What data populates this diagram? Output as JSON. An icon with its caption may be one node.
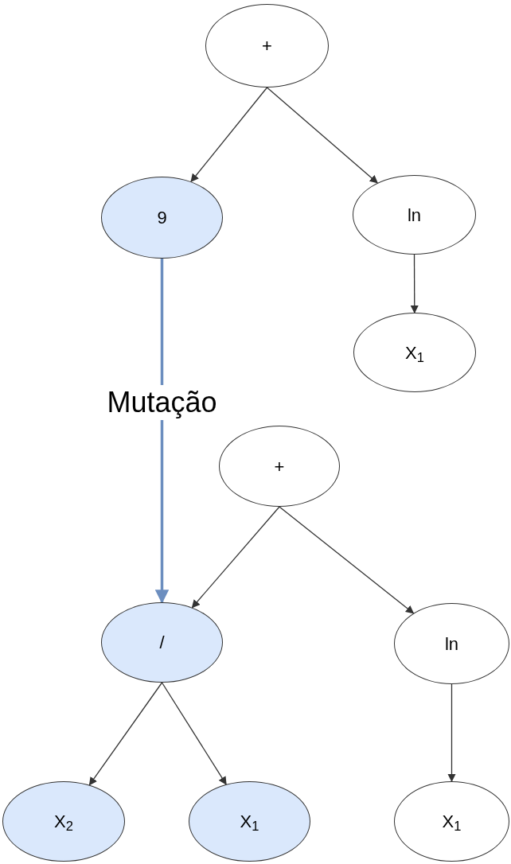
{
  "diagram": {
    "nodes": [
      {
        "text": [
          "+"
        ]
      },
      {
        "text": [
          "9"
        ]
      },
      {
        "text": [
          "ln"
        ]
      },
      {
        "text": [
          "X$_{1}$"
        ]
      },
      {
        "text": [
          "+"
        ]
      },
      {
        "text": [
          "/"
        ]
      },
      {
        "text": [
          "ln"
        ]
      },
      {
        "text": [
          "X$_{2}$"
        ]
      },
      {
        "text": [
          "X$_{1}$"
        ]
      },
      {
        "text": [
          "X$_{1}$"
        ]
      }
    ],
    "edges": [
      {
        "from": 0,
        "to": 1,
        "arrow": "to"
      },
      {
        "from": 0,
        "to": 2,
        "arrow": "to"
      },
      {
        "from": 2,
        "to": 3,
        "arrow": "to"
      },
      {
        "from": 1,
        "to": 5,
        "arrow": "to",
        "label": "Mutação",
        "style": "thick",
        "color": "#6c8ebf"
      },
      {
        "from": 4,
        "to": 5,
        "arrow": "to"
      },
      {
        "from": 4,
        "to": 6,
        "arrow": "to"
      },
      {
        "from": 6,
        "to": 9,
        "arrow": "to"
      },
      {
        "from": 5,
        "to": 7,
        "arrow": "to"
      },
      {
        "from": 5,
        "to": 8,
        "arrow": "to"
      }
    ]
  }
}
